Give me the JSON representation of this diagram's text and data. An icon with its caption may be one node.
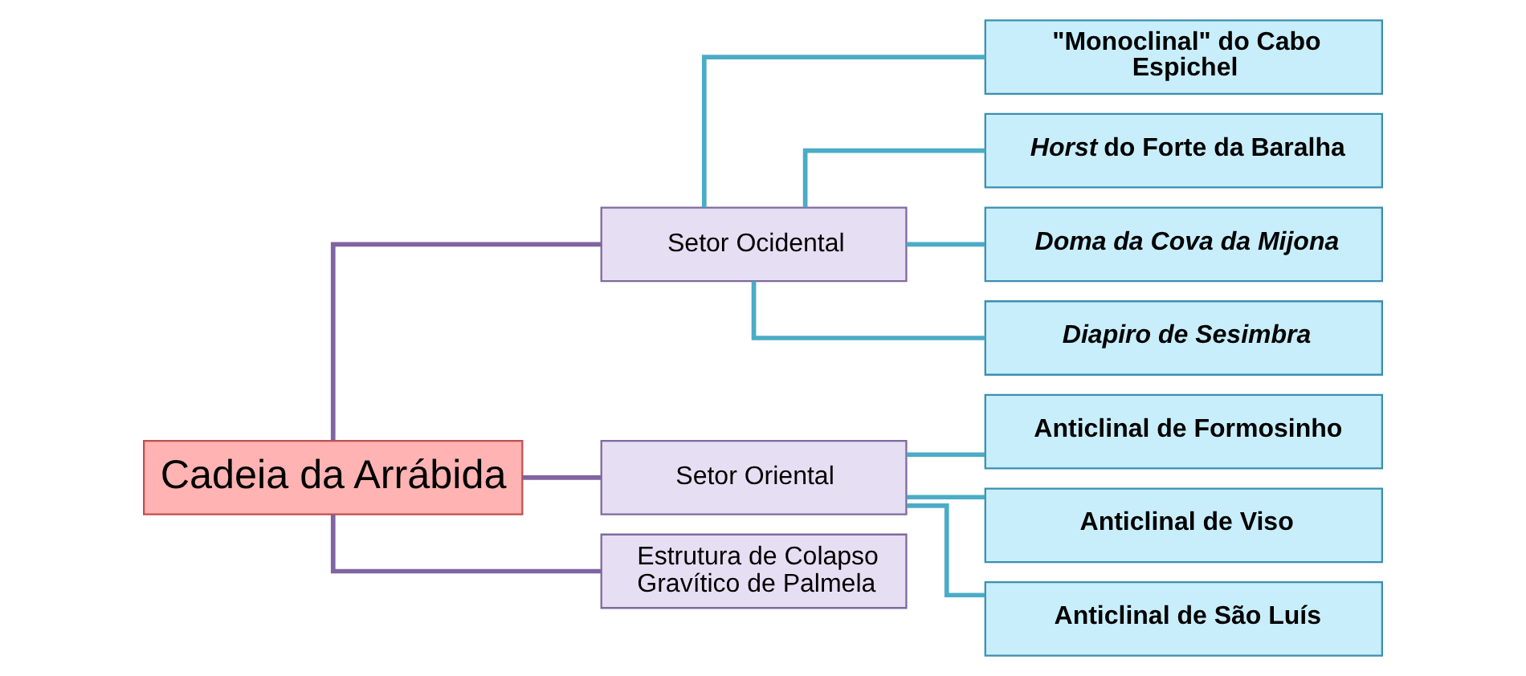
{
  "diagram": {
    "nodes": [
      {
        "text": [
          "Cadeia da Arrábida"
        ]
      },
      {
        "text": [
          "Setor Ocidental"
        ]
      },
      {
        "text": [
          "Setor Oriental"
        ]
      },
      {
        "text": [
          "Estrutura de Colapso Gravítico de Palmela"
        ]
      },
      {
        "text": [
          "\"Monoclinal\" do Cabo Espichel"
        ]
      },
      {
        "text": [
          "*Horst* do Forte da Baralha"
        ]
      },
      {
        "text": [
          "Doma da Cova da Mijona"
        ]
      },
      {
        "text": [
          "Diapiro de Sesimbra"
        ]
      },
      {
        "text": [
          "Anticlinal de Formosinho"
        ]
      },
      {
        "text": [
          "Anticlinal de Viso"
        ]
      },
      {
        "text": [
          "Anticlinal de São Luís"
        ]
      }
    ],
    "edges": [
      {
        "from": 0,
        "to": 1,
        "arrow": "none",
        "color": "#8064a2"
      },
      {
        "from": 0,
        "to": 2,
        "arrow": "none",
        "color": "#8064a2"
      },
      {
        "from": 0,
        "to": 3,
        "arrow": "none",
        "color": "#8064a2"
      },
      {
        "from": 1,
        "to": 4,
        "arrow": "none"
      },
      {
        "from": 1,
        "to": 5,
        "arrow": "none"
      },
      {
        "from": 1,
        "to": 6,
        "arrow": "none"
      },
      {
        "from": 1,
        "to": 7,
        "arrow": "none"
      },
      {
        "from": 2,
        "to": 8,
        "arrow": "none"
      },
      {
        "from": 2,
        "to": 9,
        "arrow": "none"
      },
      {
        "from": 2,
        "to": 10,
        "arrow": "none"
      }
    ]
  }
}
